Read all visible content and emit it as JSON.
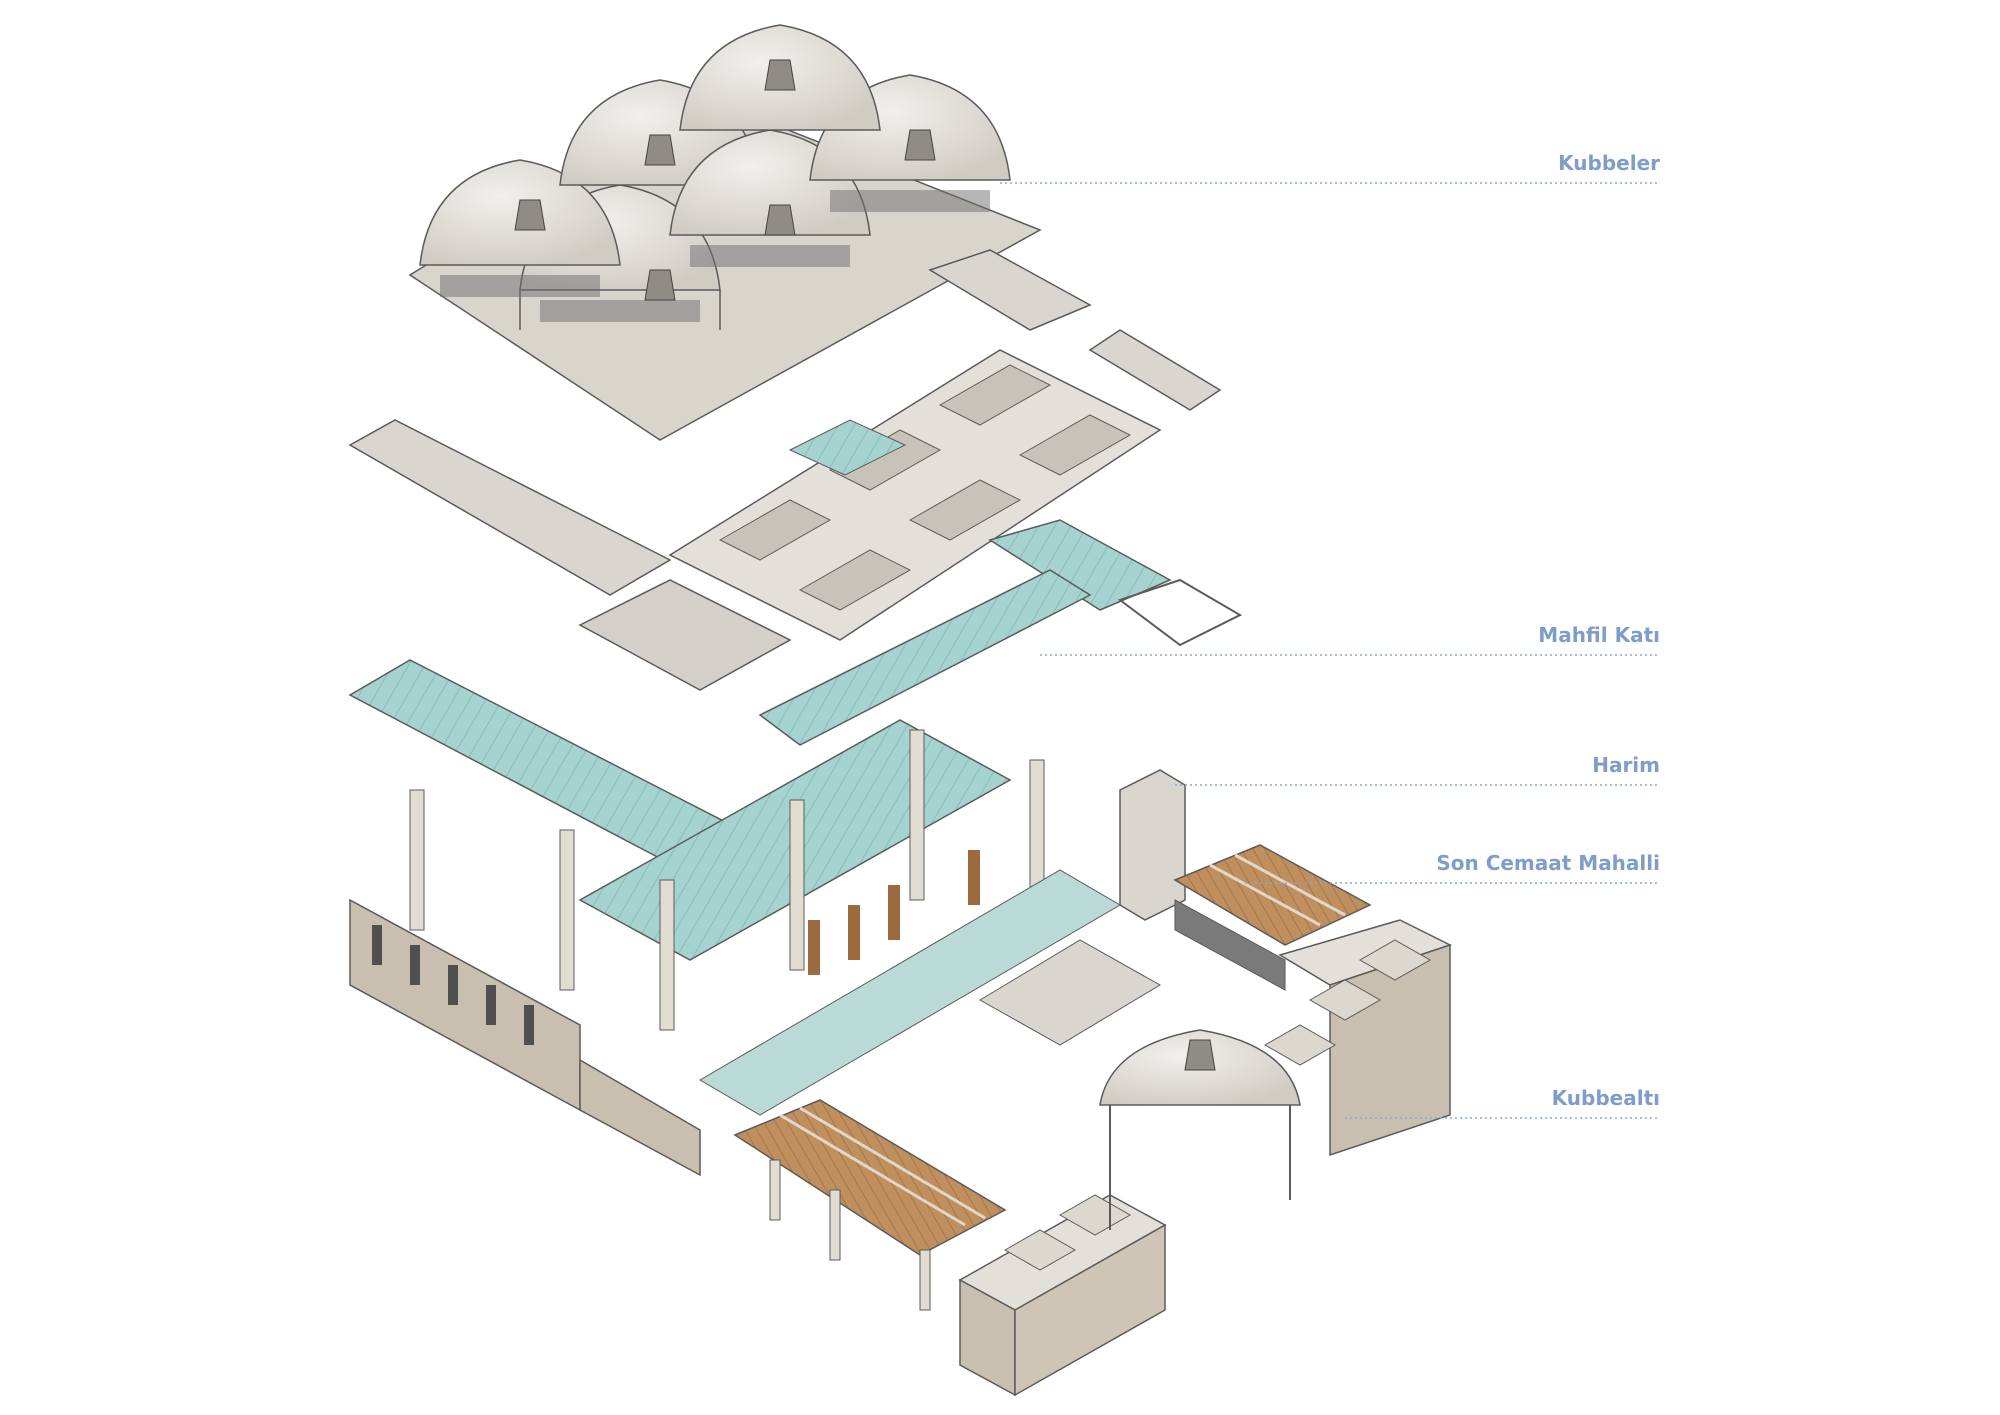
{
  "labels": [
    {
      "id": "kubbeler",
      "text": "Kubbeler"
    },
    {
      "id": "mahfil",
      "text": "Mahfil Katı"
    },
    {
      "id": "harim",
      "text": "Harim"
    },
    {
      "id": "son-cemaat",
      "text": "Son Cemaat Mahalli"
    },
    {
      "id": "kubbealti",
      "text": "Kubbealtı"
    }
  ],
  "colors": {
    "label": "#7f9ccb",
    "leader": "#8aa6d3",
    "glass": "#9fcdc9",
    "stone": "#d9d6cf",
    "dome": "#e6e4de",
    "wall": "#c9bfb0",
    "wood": "#b8865a",
    "outline": "#5b5b5b"
  }
}
